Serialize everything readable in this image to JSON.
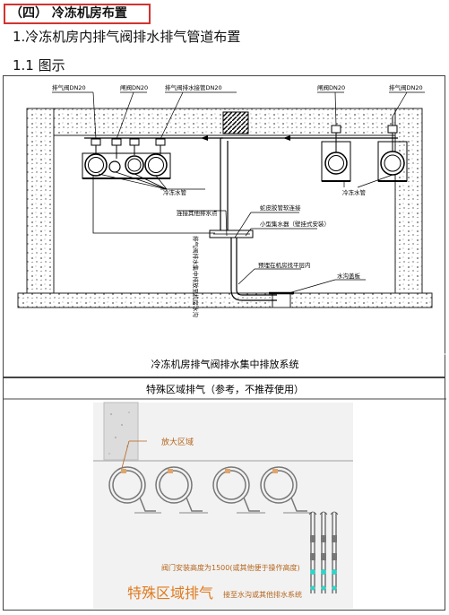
{
  "section_tag": "（四） 冷冻机房布置",
  "heading": "1.冷冻机房内排气阀排水排气管道布置",
  "subheading": "1.1 图示",
  "fig1": {
    "labels": {
      "vent_left": "排气阀DN20",
      "gate_left": "闸阀DN20",
      "drain_pipe": "排气阀排水接管DN20",
      "gate_right": "闸阀DN20",
      "vent_right": "排气阀DN20",
      "chw_left": "冷冻水管",
      "chw_right": "冷冻水管",
      "connect_other": "连接其他排水点",
      "hose": "蛇皮胶管软连接",
      "collector": "小型集水器（壁挂式安装）",
      "riser": "排气阀排水集中排放至机房水沟",
      "floor_pipe": "预埋在机房找平层内",
      "trench_cover": "水沟盖板"
    },
    "caption": "冷冻机房排气阀排水集中排放系统"
  },
  "fig2": {
    "title": "特殊区域排气（参考，不推荐使用）",
    "zoom_label": "放大区域",
    "note1": "阀门安装高度为1500(或其他便于操作高度)",
    "big_title": "特殊区域排气",
    "note2": "接至水沟或其他排水系统"
  }
}
